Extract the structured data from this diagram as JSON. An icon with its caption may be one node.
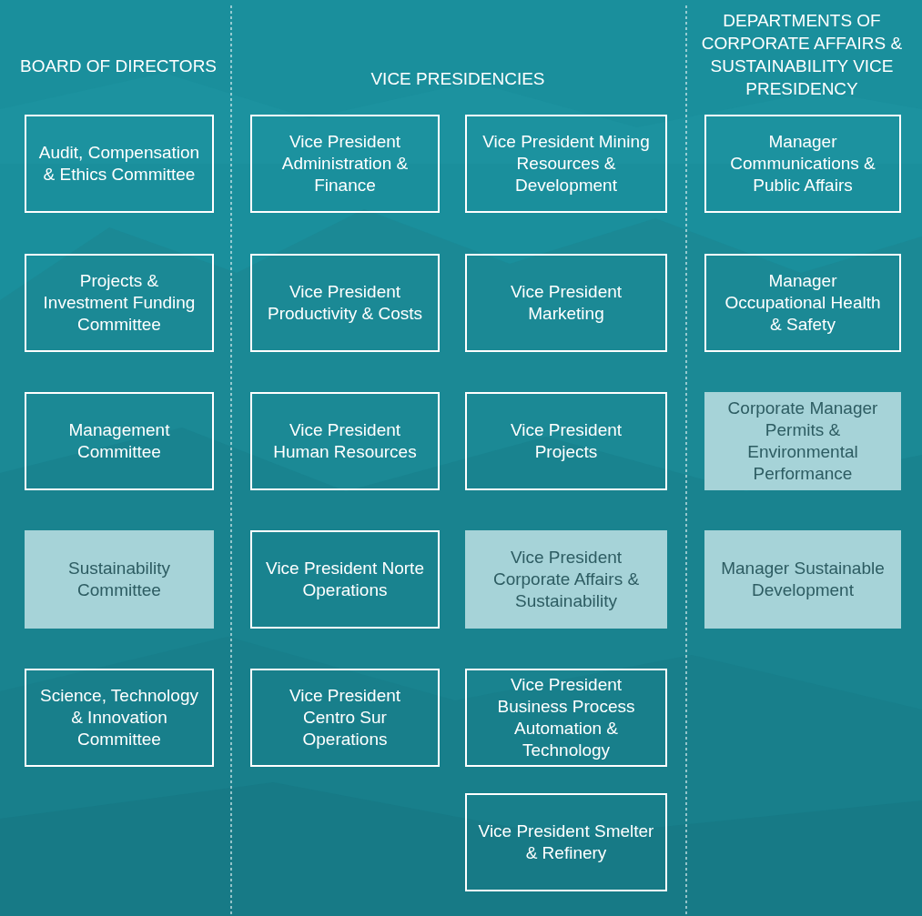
{
  "diagram": {
    "nodes": [
      {
        "text": [
          "Audit, Compensation & Ethics Committee"
        ]
      },
      {
        "text": [
          "Projects & Investment Funding Committee"
        ]
      },
      {
        "text": [
          "Management Committee"
        ]
      },
      {
        "text": [
          "Sustainability Committee"
        ]
      },
      {
        "text": [
          "Science, Technology & Innovation Committee"
        ]
      },
      {
        "text": [
          "Vice President Administration & Finance"
        ]
      },
      {
        "text": [
          "Vice President Productivity & Costs"
        ]
      },
      {
        "text": [
          "Vice President Human Resources"
        ]
      },
      {
        "text": [
          "Vice President Norte Operations"
        ]
      },
      {
        "text": [
          "Vice President Centro Sur Operations"
        ]
      },
      {
        "text": [
          "Vice President Mining Resources & Development"
        ]
      },
      {
        "text": [
          "Vice President Marketing"
        ]
      },
      {
        "text": [
          "Vice President Projects"
        ]
      },
      {
        "text": [
          "Vice President Corporate Affairs & Sustainability"
        ]
      },
      {
        "text": [
          "Vice President Business Process Automation & Technology"
        ]
      },
      {
        "text": [
          "Vice President Smelter & Refinery"
        ]
      },
      {
        "text": [
          "Manager Communications & Public Affairs"
        ]
      },
      {
        "text": [
          "Manager Occupational Health & Safety"
        ]
      },
      {
        "text": [
          "Corporate Manager Permits & Environmental Performance"
        ]
      },
      {
        "text": [
          "Manager Sustainable Development"
        ]
      }
    ],
    "labels": [
      "BOARD OF DIRECTORS",
      "VICE PRESIDENCIES",
      "DEPARTMENTS OF CORPORATE AFFAIRS & SUSTAINABILITY VICE PRESIDENCY"
    ]
  }
}
